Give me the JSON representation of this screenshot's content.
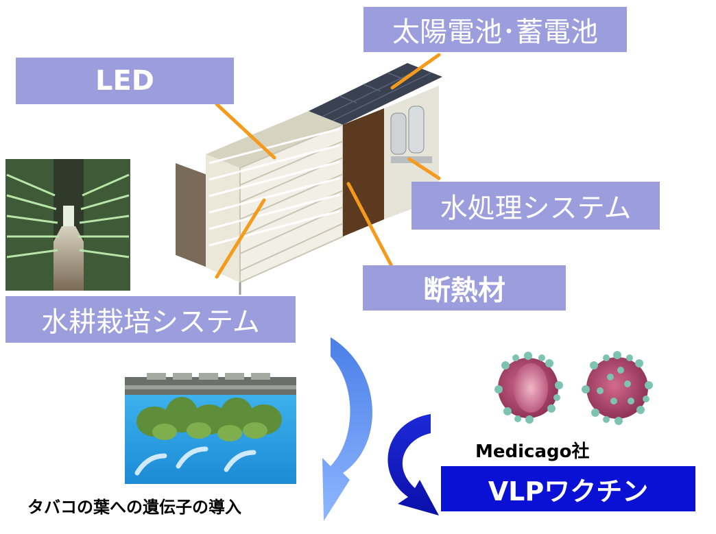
{
  "labels": {
    "solar": "太陽電池･蓄電池",
    "led": "LED",
    "water_treatment": "水処理システム",
    "insulation": "断熱材",
    "hydroponics": "水耕栽培システム"
  },
  "captions": {
    "tobacco": "タバコの葉への遺伝子の導入",
    "medicago": "Medicago社"
  },
  "vaccine": {
    "label": "VLPワクチン"
  },
  "colors": {
    "label_bg": "#9b9ddc",
    "leader_line": "#f49a1c",
    "vaccine_bg": "#0a10d4",
    "arrow_light": "#5f8ff0",
    "arrow_dark": "#0d15c8"
  }
}
